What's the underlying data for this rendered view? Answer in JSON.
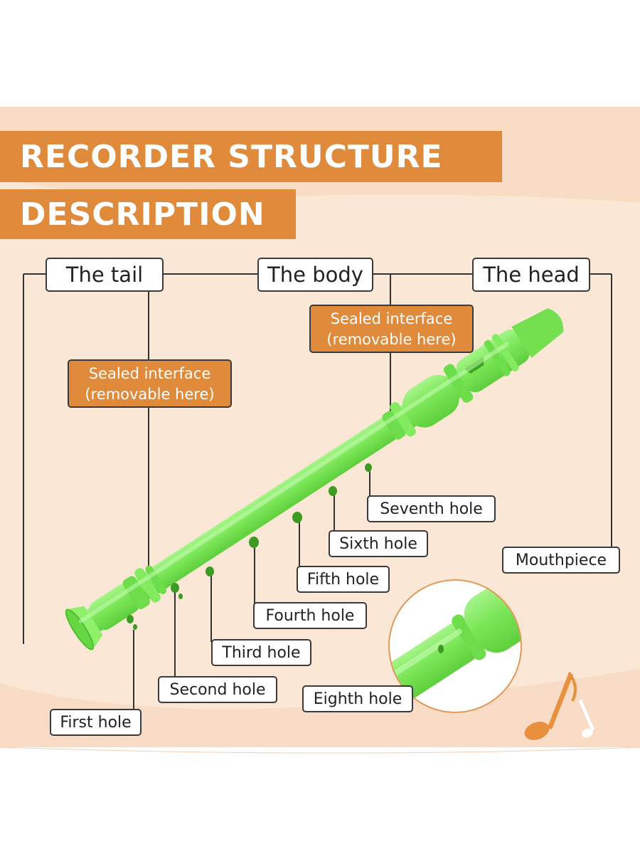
{
  "title_line1": "RECORDER STRUCTURE",
  "title_line2": "DESCRIPTION",
  "sections": {
    "tail": "The tail",
    "body": "The body",
    "head": "The head"
  },
  "interface_labels": {
    "tail_line1": "Sealed interface",
    "tail_line2": "(removable here)",
    "body_line1": "Sealed interface",
    "body_line2": "(removable here)"
  },
  "holes": {
    "first": "First hole",
    "second": "Second hole",
    "third": "Third hole",
    "fourth": "Fourth hole",
    "fifth": "Fifth hole",
    "sixth": "Sixth hole",
    "seventh": "Seventh hole",
    "eighth": "Eighth hole"
  },
  "mouthpiece": "Mouthpiece",
  "colors": {
    "accent_orange": "#e08a3c",
    "recorder_green": "#7ee65a",
    "background_peach": "#fbe7d6"
  },
  "icons": [
    "music-note-icon",
    "music-note-icon"
  ]
}
